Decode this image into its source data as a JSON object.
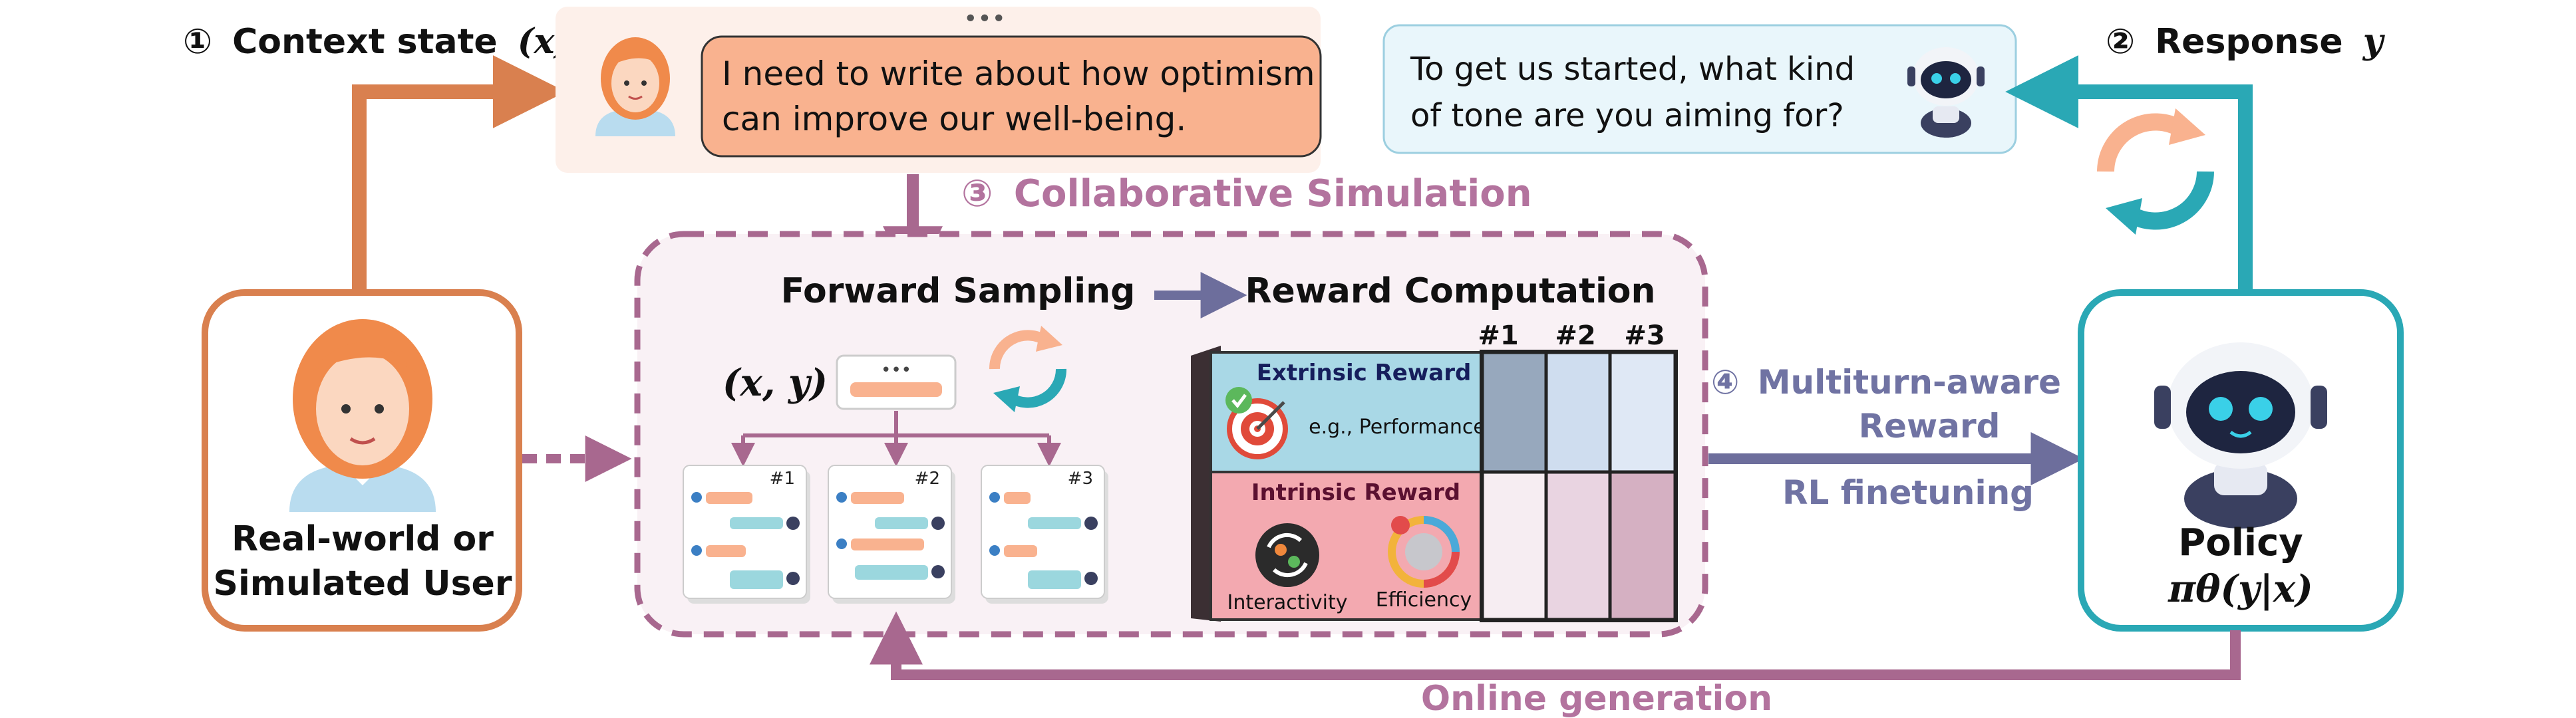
{
  "context_state": {
    "num": "①",
    "label": "Context state",
    "var": "(x)"
  },
  "response": {
    "num": "②",
    "label": "Response",
    "var": "y"
  },
  "collab_sim": {
    "num": "③",
    "label": "Collaborative Simulation"
  },
  "multiturn": {
    "num": "④",
    "line1": "Multiturn-aware",
    "line2": "Reward"
  },
  "rl_finetuning": "RL finetuning",
  "online_generation": "Online generation",
  "user_message": {
    "line1": "I need to write about how optimism",
    "line2": "can improve our well-being.",
    "ellipsis": "•••"
  },
  "robot_message": {
    "line1": "To get us started, what kind",
    "line2": "of tone are you aiming for?"
  },
  "user_box": {
    "line1": "Real-world or",
    "line2": "Simulated User"
  },
  "policy": {
    "title": "Policy",
    "formula": "πθ(y|x)"
  },
  "forward_sampling": {
    "title": "Forward Sampling",
    "xy": "(x, y)",
    "ellipsis": "•••",
    "samples": [
      "#1",
      "#2",
      "#3"
    ]
  },
  "reward_computation": {
    "title": "Reward Computation",
    "columns": [
      "#1",
      "#2",
      "#3"
    ],
    "extrinsic": {
      "title": "Extrinsic Reward",
      "example": "e.g., Performance"
    },
    "intrinsic": {
      "title": "Intrinsic Reward",
      "item1": "Interactivity",
      "item2": "Efficiency"
    }
  },
  "colors": {
    "orange_arrow": "#d9804f",
    "teal": "#2aa8b5",
    "mauve": "#a8688f",
    "slate": "#6d6e9c",
    "user_bubble": "#f9b28f",
    "robot_bubble": "#e9f6fb",
    "extrinsic_bg": "#a9d8e6",
    "intrinsic_bg": "#f3a9b0",
    "grid_extr": [
      "#97a8bd",
      "#cfddef",
      "#dfe8f5"
    ],
    "grid_intr": [
      "#f6edf2",
      "#e9d4e1",
      "#d5b0c2"
    ]
  },
  "icons": [
    "user-avatar-icon",
    "robot-avatar-icon",
    "refresh-cycle-icon",
    "target-icon",
    "interactivity-icon",
    "efficiency-icon",
    "check-icon"
  ]
}
